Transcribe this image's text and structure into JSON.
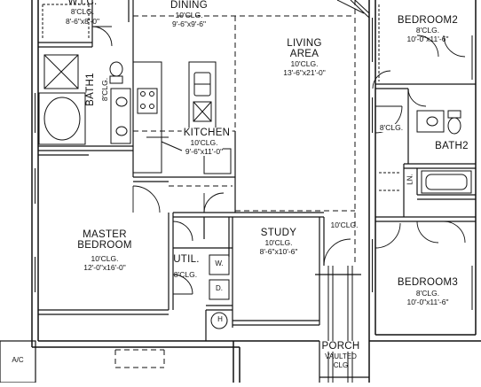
{
  "rooms": {
    "wic": {
      "name": "W.I.C.",
      "ceiling": "8'CLG.",
      "dims": "8'-6\"x8'-0\""
    },
    "dining": {
      "name": "DINING",
      "ceiling": "10'CLG.",
      "dims": "9'-6\"x9'-6\""
    },
    "bedroom2": {
      "name": "BEDROOM2",
      "ceiling": "8'CLG.",
      "dims": "10'-0\"x11'-6\""
    },
    "living": {
      "name": "LIVING",
      "name2": "AREA",
      "ceiling": "10'CLG.",
      "dims": "13'-6\"x21'-0\""
    },
    "bath1": {
      "name": "BATH1",
      "ceiling": "8'CLG."
    },
    "kitchen": {
      "name": "KITCHEN",
      "ceiling": "10'CLG.",
      "dims": "9'-6\"x11'-0\""
    },
    "bath2": {
      "name": "BATH2",
      "ceiling": "8'CLG."
    },
    "master": {
      "name": "MASTER",
      "name2": "BEDROOM",
      "ceiling": "10'CLG.",
      "dims": "12'-0\"x16'-0\""
    },
    "study": {
      "name": "STUDY",
      "ceiling": "10'CLG.",
      "dims": "8'-6\"x10'-6\""
    },
    "hall_ceiling": "10'CLG.",
    "utility": {
      "name": "UTIL.",
      "ceiling": "8'CLG."
    },
    "bedroom3": {
      "name": "BEDROOM3",
      "ceiling": "8'CLG.",
      "dims": "10'-0\"x11'-6\""
    },
    "porch": {
      "name": "PORCH",
      "sub1": "VAULTED",
      "sub2": "CLG"
    }
  },
  "fixtures": {
    "washer": "W.",
    "dryer": "D.",
    "water_heater": "H",
    "linen": "LN.",
    "ac_unit": "A/C"
  },
  "colors": {
    "line": "#111111",
    "background": "#ffffff"
  }
}
